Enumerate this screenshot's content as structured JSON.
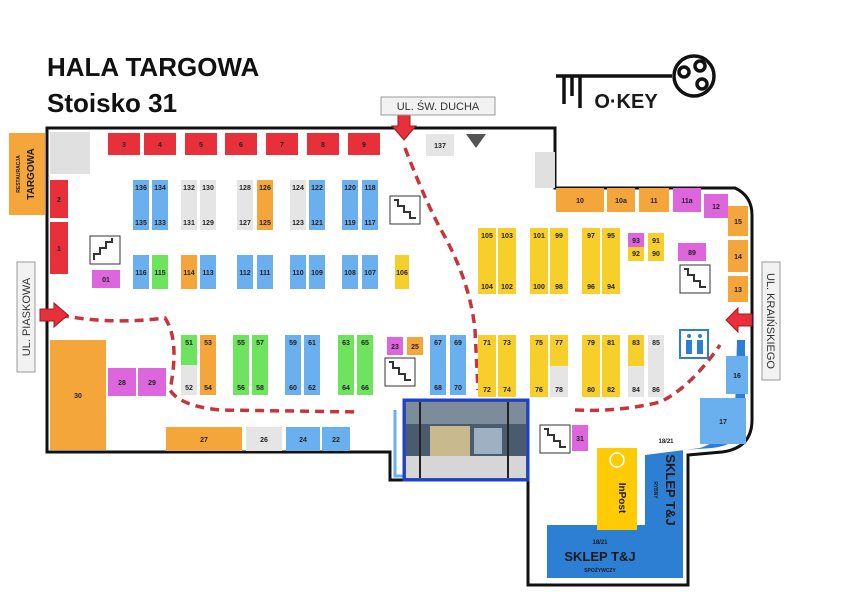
{
  "header": {
    "title": "HALA TARGOWA",
    "subtitle": "Stoisko 31"
  },
  "logo": {
    "text": "O·KEY",
    "icon": "key-icon"
  },
  "streets": {
    "top": "UL. ŚW. DUCHA",
    "left": "UL. PIASKOWA",
    "right": "UL. KRAIŃSKIEGO"
  },
  "restaurant": {
    "small": "RESTAURACJA",
    "big": "TARGOWA"
  },
  "shops": {
    "tj_fish": {
      "code": "18/21",
      "name": "SKLEP T&J",
      "sub": "RYBNY"
    },
    "tj_food": {
      "code": "18/21",
      "name": "SKLEP T&J",
      "sub": "SPOŻYWCZY"
    },
    "inpost": {
      "name": "InPost",
      "icon": "parcel-locker-icon"
    }
  },
  "highlight": {
    "stall": "31",
    "photo": "stall-photo"
  },
  "colors": {
    "red": "#e8303a",
    "blue": "#6ab0ef",
    "orange": "#f5a63b",
    "yellow": "#f7cf2b",
    "green": "#6ee35d",
    "pink": "#dd66dc",
    "grey": "#e5e5e5",
    "dark_blue": "#2d7fd3",
    "route": "#c7343b"
  },
  "stalls": [
    {
      "id": "3",
      "c": "red"
    },
    {
      "id": "4",
      "c": "red"
    },
    {
      "id": "5",
      "c": "red"
    },
    {
      "id": "6",
      "c": "red"
    },
    {
      "id": "7",
      "c": "red"
    },
    {
      "id": "8",
      "c": "red"
    },
    {
      "id": "9",
      "c": "red"
    },
    {
      "id": "2",
      "c": "red"
    },
    {
      "id": "1",
      "c": "red"
    },
    {
      "id": "137",
      "c": "grey"
    },
    {
      "id": "136",
      "c": "blue"
    },
    {
      "id": "134",
      "c": "blue"
    },
    {
      "id": "135",
      "c": "blue"
    },
    {
      "id": "133",
      "c": "blue"
    },
    {
      "id": "132",
      "c": "grey"
    },
    {
      "id": "130",
      "c": "grey"
    },
    {
      "id": "131",
      "c": "grey"
    },
    {
      "id": "129",
      "c": "grey"
    },
    {
      "id": "128",
      "c": "grey"
    },
    {
      "id": "126",
      "c": "orange"
    },
    {
      "id": "127",
      "c": "grey"
    },
    {
      "id": "125",
      "c": "orange"
    },
    {
      "id": "124",
      "c": "grey"
    },
    {
      "id": "122",
      "c": "blue"
    },
    {
      "id": "123",
      "c": "grey"
    },
    {
      "id": "121",
      "c": "blue"
    },
    {
      "id": "120",
      "c": "blue"
    },
    {
      "id": "118",
      "c": "blue"
    },
    {
      "id": "119",
      "c": "blue"
    },
    {
      "id": "117",
      "c": "blue"
    },
    {
      "id": "01",
      "c": "pink"
    },
    {
      "id": "116",
      "c": "blue"
    },
    {
      "id": "115",
      "c": "green"
    },
    {
      "id": "114",
      "c": "orange"
    },
    {
      "id": "113",
      "c": "blue"
    },
    {
      "id": "112",
      "c": "blue"
    },
    {
      "id": "111",
      "c": "blue"
    },
    {
      "id": "110",
      "c": "blue"
    },
    {
      "id": "109",
      "c": "blue"
    },
    {
      "id": "108",
      "c": "blue"
    },
    {
      "id": "107",
      "c": "blue"
    },
    {
      "id": "106",
      "c": "yellow"
    },
    {
      "id": "51",
      "c": "green"
    },
    {
      "id": "53",
      "c": "orange"
    },
    {
      "id": "52",
      "c": "grey"
    },
    {
      "id": "54",
      "c": "orange"
    },
    {
      "id": "55",
      "c": "green"
    },
    {
      "id": "57",
      "c": "green"
    },
    {
      "id": "56",
      "c": "green"
    },
    {
      "id": "58",
      "c": "green"
    },
    {
      "id": "59",
      "c": "blue"
    },
    {
      "id": "61",
      "c": "blue"
    },
    {
      "id": "60",
      "c": "blue"
    },
    {
      "id": "62",
      "c": "blue"
    },
    {
      "id": "63",
      "c": "green"
    },
    {
      "id": "65",
      "c": "green"
    },
    {
      "id": "64",
      "c": "green"
    },
    {
      "id": "66",
      "c": "green"
    },
    {
      "id": "23",
      "c": "pink"
    },
    {
      "id": "25",
      "c": "orange"
    },
    {
      "id": "67",
      "c": "blue"
    },
    {
      "id": "69",
      "c": "blue"
    },
    {
      "id": "68",
      "c": "blue"
    },
    {
      "id": "70",
      "c": "blue"
    },
    {
      "id": "28",
      "c": "pink"
    },
    {
      "id": "29",
      "c": "pink"
    },
    {
      "id": "30",
      "c": "orange"
    },
    {
      "id": "27",
      "c": "orange"
    },
    {
      "id": "26",
      "c": "grey"
    },
    {
      "id": "24",
      "c": "blue"
    },
    {
      "id": "22",
      "c": "blue"
    },
    {
      "id": "105",
      "c": "yellow"
    },
    {
      "id": "103",
      "c": "yellow"
    },
    {
      "id": "104",
      "c": "yellow"
    },
    {
      "id": "102",
      "c": "yellow"
    },
    {
      "id": "101",
      "c": "yellow"
    },
    {
      "id": "99",
      "c": "yellow"
    },
    {
      "id": "100",
      "c": "yellow"
    },
    {
      "id": "98",
      "c": "yellow"
    },
    {
      "id": "97",
      "c": "yellow"
    },
    {
      "id": "95",
      "c": "yellow"
    },
    {
      "id": "96",
      "c": "yellow"
    },
    {
      "id": "94",
      "c": "yellow"
    },
    {
      "id": "93",
      "c": "pink"
    },
    {
      "id": "91",
      "c": "yellow"
    },
    {
      "id": "92",
      "c": "yellow"
    },
    {
      "id": "90",
      "c": "yellow"
    },
    {
      "id": "89",
      "c": "pink"
    },
    {
      "id": "71",
      "c": "yellow"
    },
    {
      "id": "73",
      "c": "yellow"
    },
    {
      "id": "72",
      "c": "yellow"
    },
    {
      "id": "74",
      "c": "yellow"
    },
    {
      "id": "75",
      "c": "yellow"
    },
    {
      "id": "77",
      "c": "yellow"
    },
    {
      "id": "76",
      "c": "yellow"
    },
    {
      "id": "78",
      "c": "grey"
    },
    {
      "id": "79",
      "c": "yellow"
    },
    {
      "id": "81",
      "c": "yellow"
    },
    {
      "id": "80",
      "c": "yellow"
    },
    {
      "id": "82",
      "c": "yellow"
    },
    {
      "id": "83",
      "c": "yellow"
    },
    {
      "id": "85",
      "c": "grey"
    },
    {
      "id": "84",
      "c": "grey"
    },
    {
      "id": "86",
      "c": "grey"
    },
    {
      "id": "10",
      "c": "orange"
    },
    {
      "id": "10a",
      "c": "orange"
    },
    {
      "id": "11",
      "c": "orange"
    },
    {
      "id": "11a",
      "c": "pink"
    },
    {
      "id": "12",
      "c": "pink"
    },
    {
      "id": "15",
      "c": "orange"
    },
    {
      "id": "14",
      "c": "orange"
    },
    {
      "id": "13",
      "c": "orange"
    },
    {
      "id": "16",
      "c": "blue"
    },
    {
      "id": "17",
      "c": "blue"
    },
    {
      "id": "31",
      "c": "pink"
    }
  ]
}
